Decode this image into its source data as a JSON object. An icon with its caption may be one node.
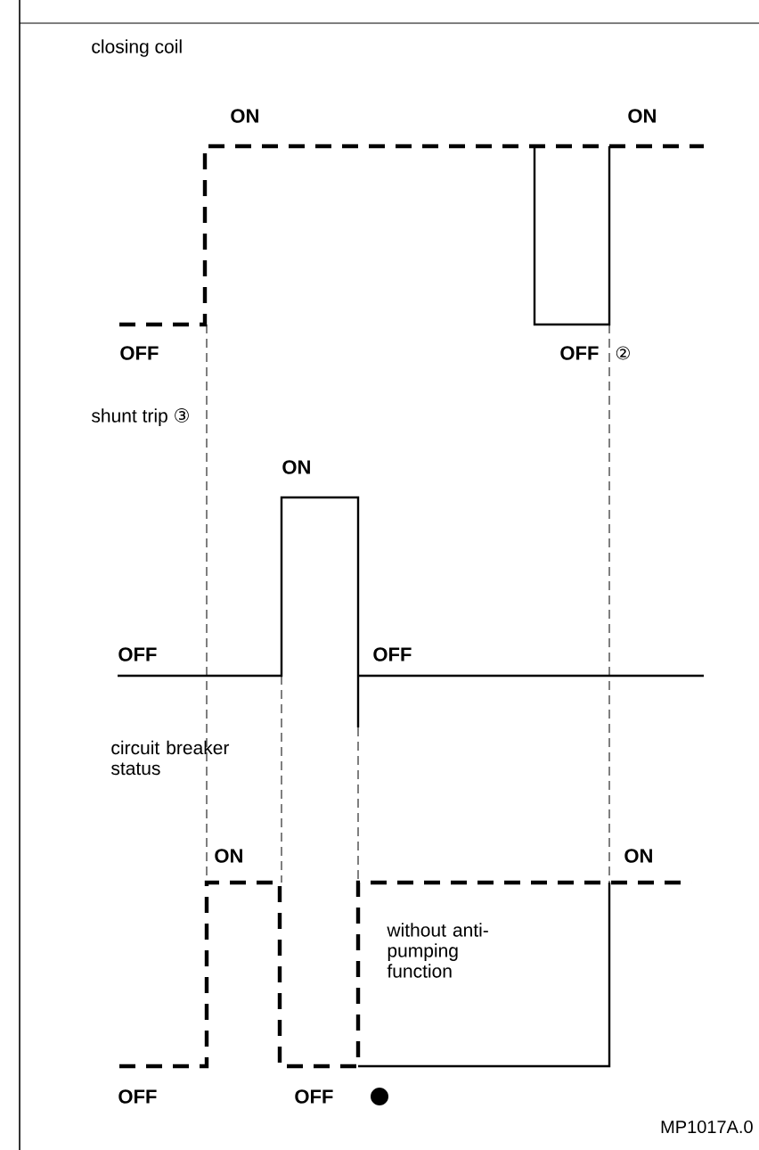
{
  "diagram": {
    "labels": [
      "closing coil",
      "ON",
      "ON",
      "OFF",
      "OFF",
      "②",
      "shunt trip ③",
      "ON",
      "OFF",
      "OFF",
      "circuit breaker status",
      "ON",
      "ON",
      "without anti-pumping function",
      "OFF",
      "OFF",
      "MP1017A.0"
    ]
  }
}
